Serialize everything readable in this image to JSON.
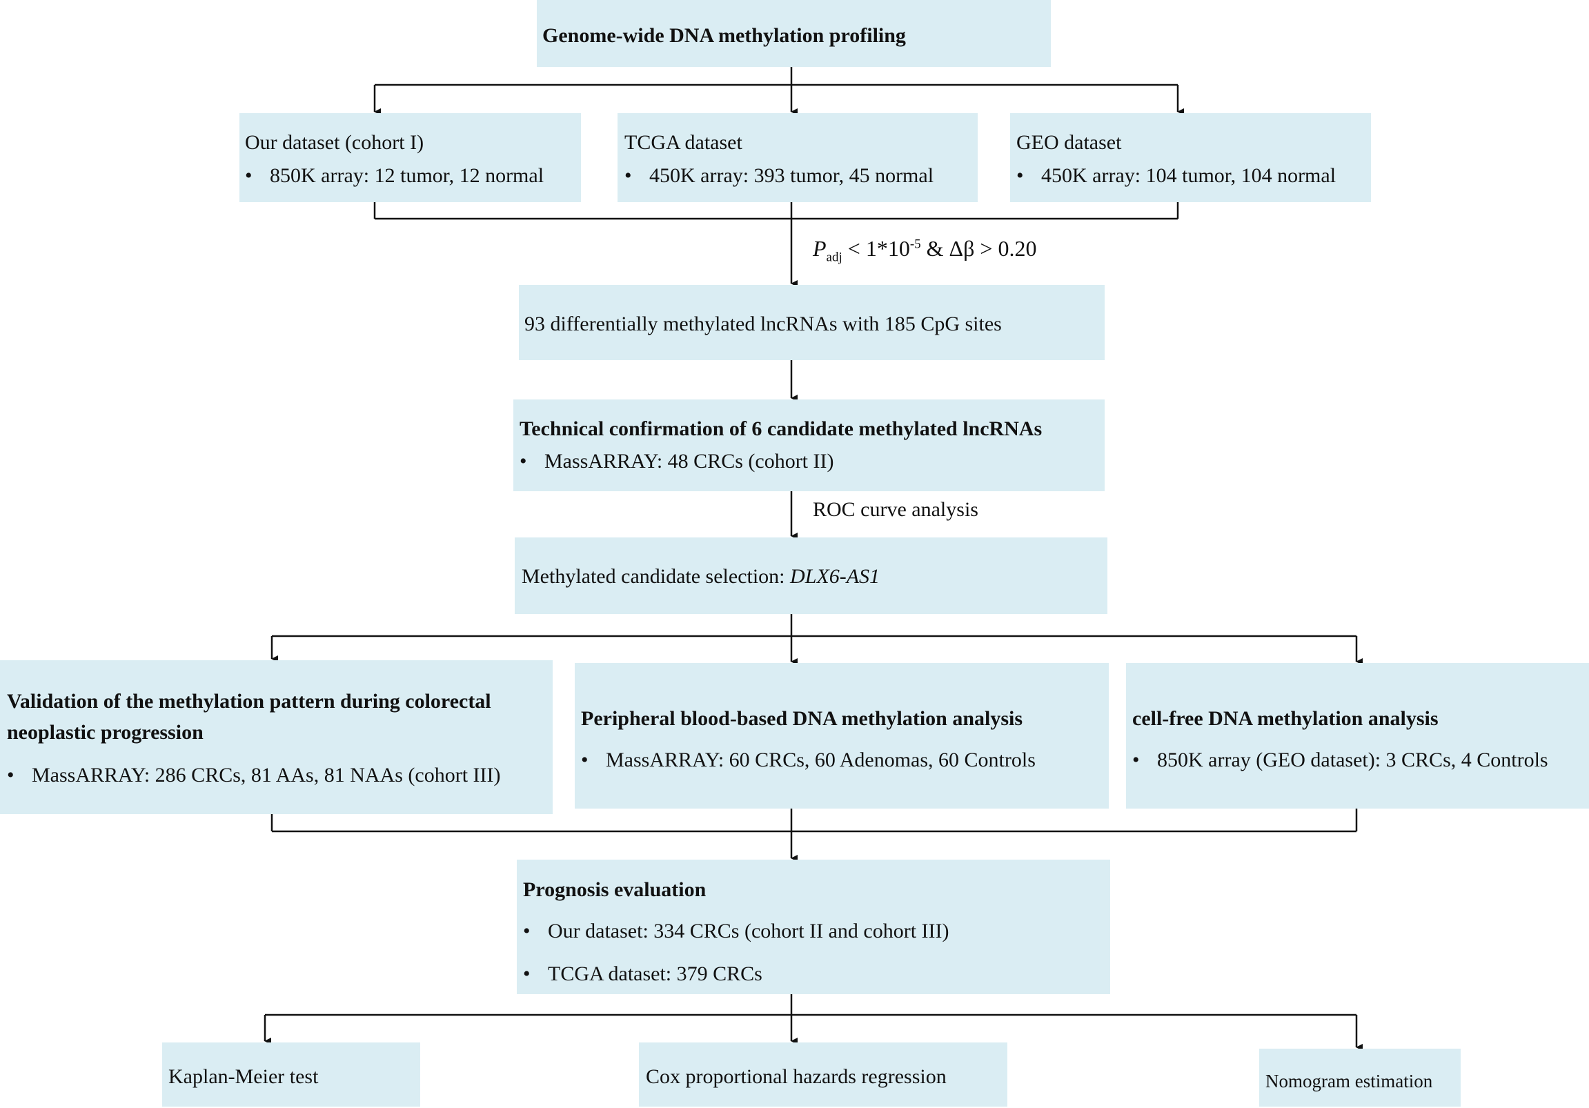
{
  "top": {
    "title": "Genome-wide DNA methylation profiling"
  },
  "datasets": {
    "ours": {
      "title": "Our dataset  (cohort I)",
      "bullet": "850K array: 12 tumor, 12 normal"
    },
    "tcga": {
      "title": "TCGA dataset",
      "bullet": "450K array: 393 tumor, 45 normal"
    },
    "geo": {
      "title": "GEO dataset",
      "bullet": "450K array: 104 tumor, 104 normal"
    }
  },
  "criteria": {
    "p": "P",
    "adj": "adj",
    "lt": " < 1*10",
    "exp": "-5",
    "rest": " & Δβ > 0.20"
  },
  "dml": {
    "text": "93 differentially methylated lncRNAs with 185 CpG sites"
  },
  "confirm": {
    "title": "Technical confirmation of 6 candidate methylated lncRNAs",
    "bullet": "MassARRAY: 48 CRCs (cohort II)"
  },
  "roc_label": "ROC curve analysis",
  "selection": {
    "prefix": "Methylated candidate selection: ",
    "gene": "DLX6-AS1"
  },
  "validation": {
    "title_line1": "Validation of the methylation pattern during colorectal",
    "title_line2": "neoplastic progression",
    "bullet": "MassARRAY: 286 CRCs, 81 AAs, 81 NAAs (cohort III)"
  },
  "blood": {
    "title": "Peripheral blood-based DNA methylation analysis",
    "bullet": "MassARRAY: 60 CRCs, 60 Adenomas, 60 Controls"
  },
  "cfdna": {
    "title": "cell-free DNA methylation analysis",
    "bullet": "850K array (GEO dataset): 3 CRCs, 4 Controls"
  },
  "prognosis": {
    "title": "Prognosis evaluation",
    "bullet1": "Our dataset: 334 CRCs (cohort II and cohort III)",
    "bullet2": "TCGA dataset: 379 CRCs"
  },
  "tests": {
    "km": "Kaplan-Meier test",
    "cox": "Cox proportional hazards regression",
    "nomo": "Nomogram estimation"
  },
  "bullet_glyph": "•"
}
